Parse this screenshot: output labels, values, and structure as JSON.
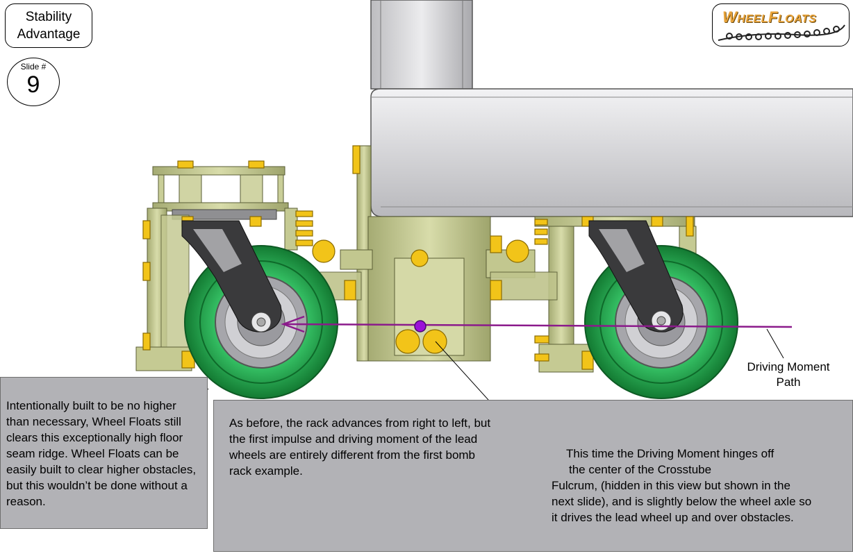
{
  "header": {
    "title_line1": "Stability",
    "title_line2": "Advantage",
    "slide_label": "Slide #",
    "slide_number": "9"
  },
  "logo": {
    "text_w": "W",
    "text_heel": "HEEL",
    "text_f": "F",
    "text_loats": "LOATS",
    "icon": "wheel-row-icon",
    "color": "#e8a33a"
  },
  "labels": {
    "driving_moment_line1": "Driving Moment",
    "driving_moment_line2": "Path"
  },
  "notes": {
    "left": "Intentionally built to be no higher than necessary, Wheel Floats still clears this exceptionally high floor seam ridge.  Wheel Floats can be easily built to clear higher obstacles, but this wouldn’t be done without a reason.",
    "main_para1": "As before, the rack advances from right to left, but the first impulse and driving moment of the lead wheels are entirely different from the first bomb rack example.",
    "main_para2_line1": "This time the Driving Moment hinges off",
    "main_para2_line2": "the center of the Crosstube",
    "main_para2_rest": "Fulcrum, (hidden in this view but shown in the next slide), and is slightly below the wheel axle so it drives the lead wheel up and over obstacles."
  },
  "colors": {
    "wheel_green": "#1f9e45",
    "frame_olive": "#b9bf8a",
    "bolt_gold": "#f2c419",
    "moment_path": "#8b1a8b",
    "tube_gray": "#d6d6d8",
    "note_gray": "#b2b2b6"
  }
}
